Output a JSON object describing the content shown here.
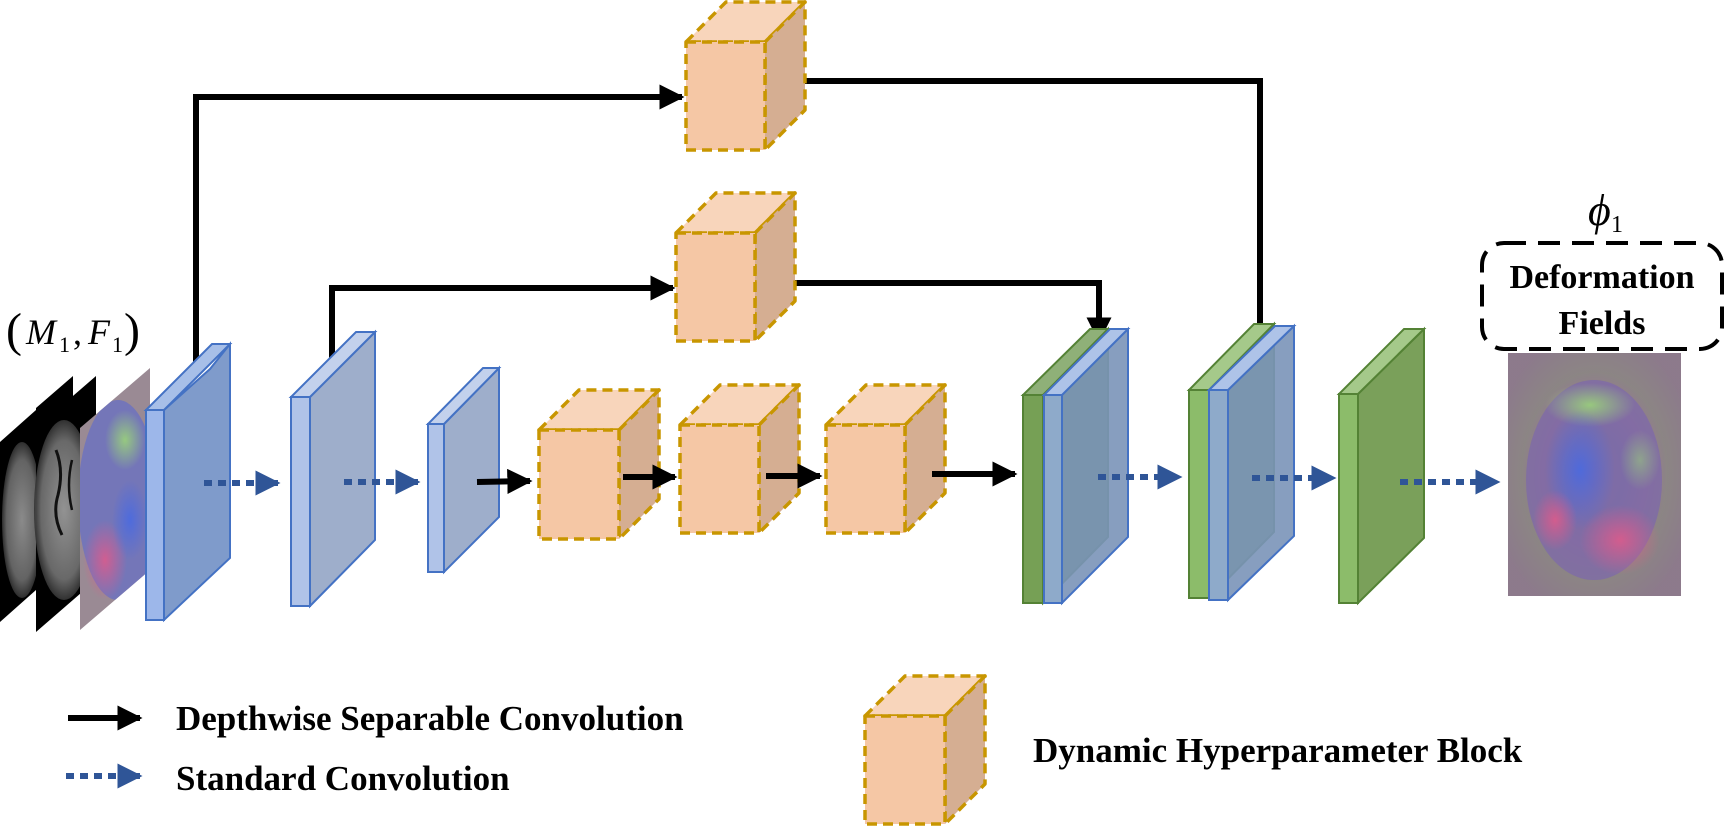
{
  "diagram": {
    "input_label": {
      "base1": "M",
      "sub1": "1",
      "base2": "F",
      "sub2": "1"
    },
    "output_symbol": {
      "base": "ϕ",
      "sub": "1"
    },
    "output_box_lines": [
      "Deformation",
      "Fields"
    ],
    "legend": {
      "solid_arrow": "Depthwise Separable Convolution",
      "dotted_arrow": "Standard Convolution",
      "cube": "Dynamic Hyperparameter Block"
    },
    "colors": {
      "encoder_blue": "#8ea9db",
      "encoder_blue_edge": "#4472c4",
      "decoder_green": "#7aa05a",
      "decoder_green_edge": "#548235",
      "cube_fill": "#f5c7a5",
      "cube_side": "#d5ae92",
      "cube_top": "#f8d5bb",
      "cube_edge": "#c89600",
      "dotted_arrow": "#2f5597",
      "solid_arrow": "#000000"
    },
    "nodes": [
      {
        "id": "input-images",
        "type": "mri-stack"
      },
      {
        "id": "enc1",
        "type": "encoder-layer"
      },
      {
        "id": "enc2",
        "type": "encoder-layer"
      },
      {
        "id": "enc3",
        "type": "encoder-layer"
      },
      {
        "id": "dhb-b1",
        "type": "dynamic-hyperparameter-block"
      },
      {
        "id": "dhb-b2",
        "type": "dynamic-hyperparameter-block"
      },
      {
        "id": "dhb-b3",
        "type": "dynamic-hyperparameter-block"
      },
      {
        "id": "dhb-skip1",
        "type": "dynamic-hyperparameter-block"
      },
      {
        "id": "dhb-skip2",
        "type": "dynamic-hyperparameter-block"
      },
      {
        "id": "dec1",
        "type": "decoder-layer-concat"
      },
      {
        "id": "dec2",
        "type": "decoder-layer-concat"
      },
      {
        "id": "dec3",
        "type": "decoder-layer"
      },
      {
        "id": "deformation-field",
        "type": "output-image"
      }
    ]
  }
}
